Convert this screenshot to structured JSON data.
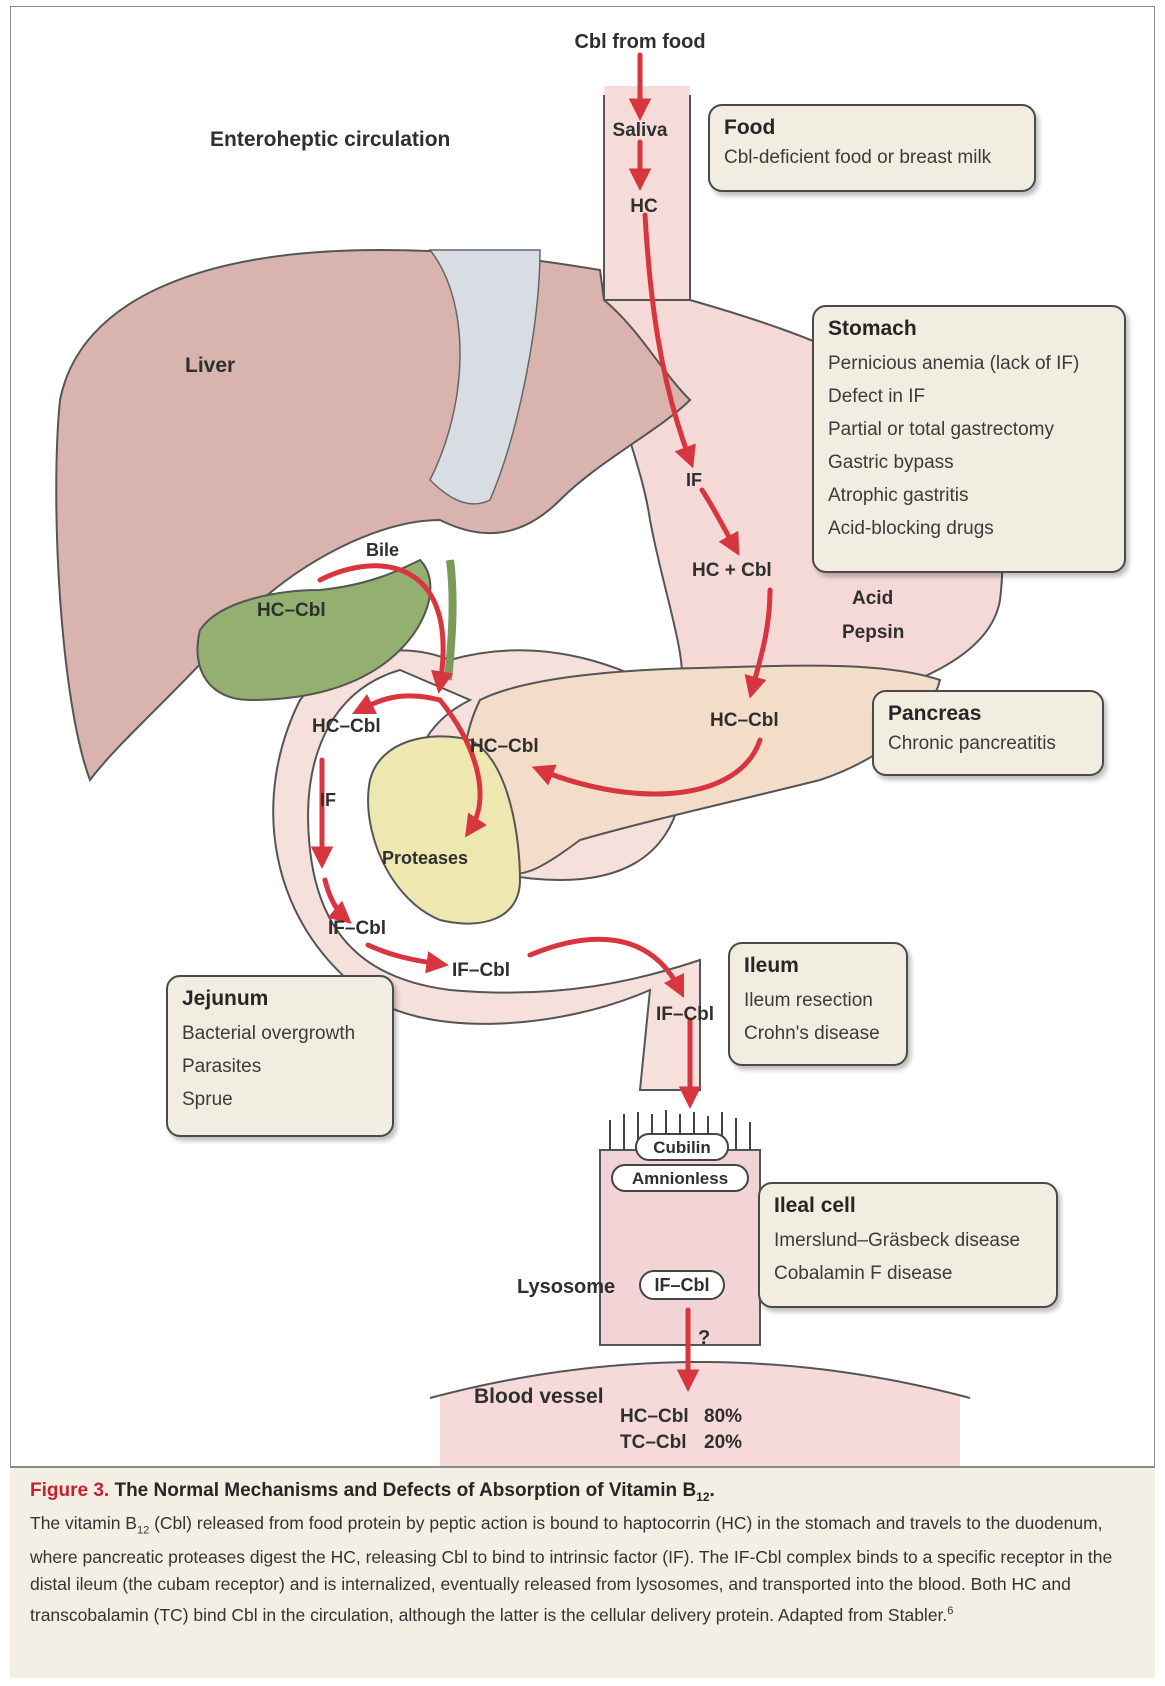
{
  "labels": {
    "cbl_from_food": "Cbl from food",
    "saliva": "Saliva",
    "hc_top": "HC",
    "enterohepatic": "Enteroheptic circulation",
    "liver": "Liver",
    "bile": "Bile",
    "hc_cbl_gallbladder": "HC–Cbl",
    "if_stomach": "IF",
    "hc_plus_cbl": "HC + Cbl",
    "acid": "Acid",
    "pepsin": "Pepsin",
    "hc_cbl_pancreas": "HC–Cbl",
    "hc_cbl_duodenum_left": "HC–Cbl",
    "hc_cbl_duodenum_mid": "HC–Cbl",
    "if_duodenum": "IF",
    "proteases": "Proteases",
    "if_cbl_1": "IF–Cbl",
    "if_cbl_2": "IF–Cbl",
    "if_cbl_3": "IF–Cbl",
    "cubilin": "Cubilin",
    "amnionless": "Amnionless",
    "lysosome": "Lysosome",
    "if_cbl_lysosome": "IF–Cbl",
    "question": "?",
    "blood_vessel": "Blood vessel",
    "hc_cbl_blood": "HC–Cbl",
    "hc_cbl_pct": "80%",
    "tc_cbl_blood": "TC–Cbl",
    "tc_cbl_pct": "20%"
  },
  "boxes": {
    "food": {
      "title": "Food",
      "items": [
        "Cbl-deficient food or breast milk"
      ]
    },
    "stomach": {
      "title": "Stomach",
      "items": [
        "Pernicious anemia (lack of IF)",
        "Defect in IF",
        "Partial or total gastrectomy",
        "Gastric bypass",
        "Atrophic gastritis",
        "Acid-blocking drugs"
      ]
    },
    "pancreas": {
      "title": "Pancreas",
      "items": [
        "Chronic pancreatitis"
      ]
    },
    "ileum": {
      "title": "Ileum",
      "items": [
        "Ileum resection",
        "Crohn's disease"
      ]
    },
    "jejunum": {
      "title": "Jejunum",
      "items": [
        "Bacterial overgrowth",
        "Parasites",
        "Sprue"
      ]
    },
    "ileal_cell": {
      "title": "Ileal cell",
      "items": [
        "Imerslund–Gräsbeck disease",
        "Cobalamin F disease"
      ]
    }
  },
  "caption": {
    "figure_label": "Figure 3.",
    "title": "The Normal Mechanisms and Defects of Absorption of Vitamin B",
    "title_sub": "12",
    "title_end": ".",
    "body_1": "The vitamin B",
    "body_sub": "12",
    "body_2": " (Cbl) released from food protein by peptic action is bound to haptocorrin (HC) in the stomach and travels to the duodenum, where pancreatic proteases digest the HC, releasing Cbl to bind to intrinsic factor (IF). The IF-Cbl complex binds to a specific receptor in the distal ileum (the cubam receptor) and is internalized, eventually released from lysosomes, and transported into the blood. Both HC and transcobalamin (TC) bind Cbl in the circulation, although the latter is the cellular delivery protein. Adapted from Stabler.",
    "ref": "6"
  },
  "colors": {
    "arrow": "#d8353f",
    "liver": "#d9b3ad",
    "stomach": "#f4d9d6",
    "pancreas": "#f3dcc8",
    "gallbladder": "#93b070",
    "ligament": "#d8dde3",
    "box_bg": "#f1ede0"
  }
}
